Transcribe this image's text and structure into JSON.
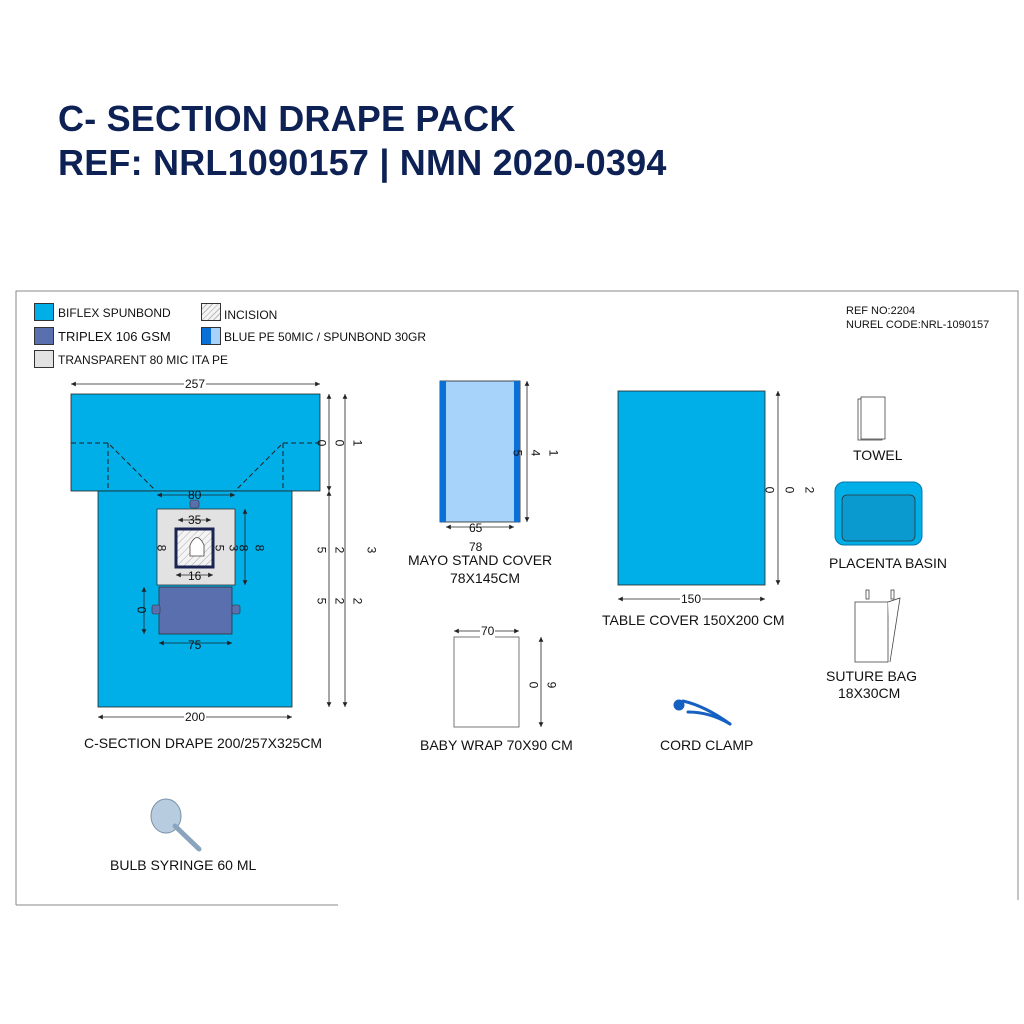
{
  "header": {
    "title": "C- SECTION DRAPE PACK",
    "ref_line": "REF: NRL1090157 | NMN 2020-0394"
  },
  "legend": [
    {
      "label": "BIFLEX SPUNBOND",
      "color": "#00aee8"
    },
    {
      "label": "TRIPLEX 106 GSM",
      "color": "#5a6fae"
    },
    {
      "label": "TRANSPARENT 80 MIC ITA PE",
      "color": "#e2e2e2"
    },
    {
      "label": "INCISION",
      "color": "#f2f2f2"
    },
    {
      "label": "BLUE PE 50MIC / SPUNBOND 30GR",
      "color": "#0a6fd6",
      "color2": "#a7d3fb"
    }
  ],
  "ref": {
    "ref_no": "REF NO:2204",
    "code": "NUREL CODE:NRL-1090157"
  },
  "drape": {
    "label": "C-SECTION DRAPE 200/257X325CM",
    "dims": {
      "top": "257",
      "bottom": "200",
      "panel": "80",
      "incision": "35",
      "incision_bottom": "16",
      "triplex": "75",
      "h1": "0",
      "h2": "0",
      "h3": "1",
      "h4": "5",
      "h5": "2",
      "h6": "3",
      "h7": "5",
      "h8": "2",
      "h9": "2",
      "p1": "8",
      "p2": "5",
      "p3": "3",
      "p4": "8",
      "p5": "8",
      "t1": "0"
    }
  },
  "mayo": {
    "label": "MAYO STAND COVER",
    "size": "78X145CM",
    "w1": "65",
    "w2": "78",
    "h1": "5",
    "h2": "4",
    "h3": "1"
  },
  "table": {
    "label": "TABLE COVER 150X200 CM",
    "w": "150",
    "h1": "0",
    "h2": "0",
    "h3": "2"
  },
  "baby": {
    "label": "BABY WRAP 70X90 CM",
    "w": "70",
    "h1": "0",
    "h2": "9"
  },
  "towel": {
    "label": "TOWEL"
  },
  "basin": {
    "label": "PLACENTA BASIN"
  },
  "suture": {
    "label": "SUTURE BAG",
    "size": "18X30CM"
  },
  "clamp": {
    "label": "CORD CLAMP"
  },
  "syringe": {
    "label": "BULB SYRINGE 60 ML"
  },
  "colors": {
    "title": "#0d2155",
    "biflex": "#00aee8",
    "triplex": "#5a6fae"
  }
}
